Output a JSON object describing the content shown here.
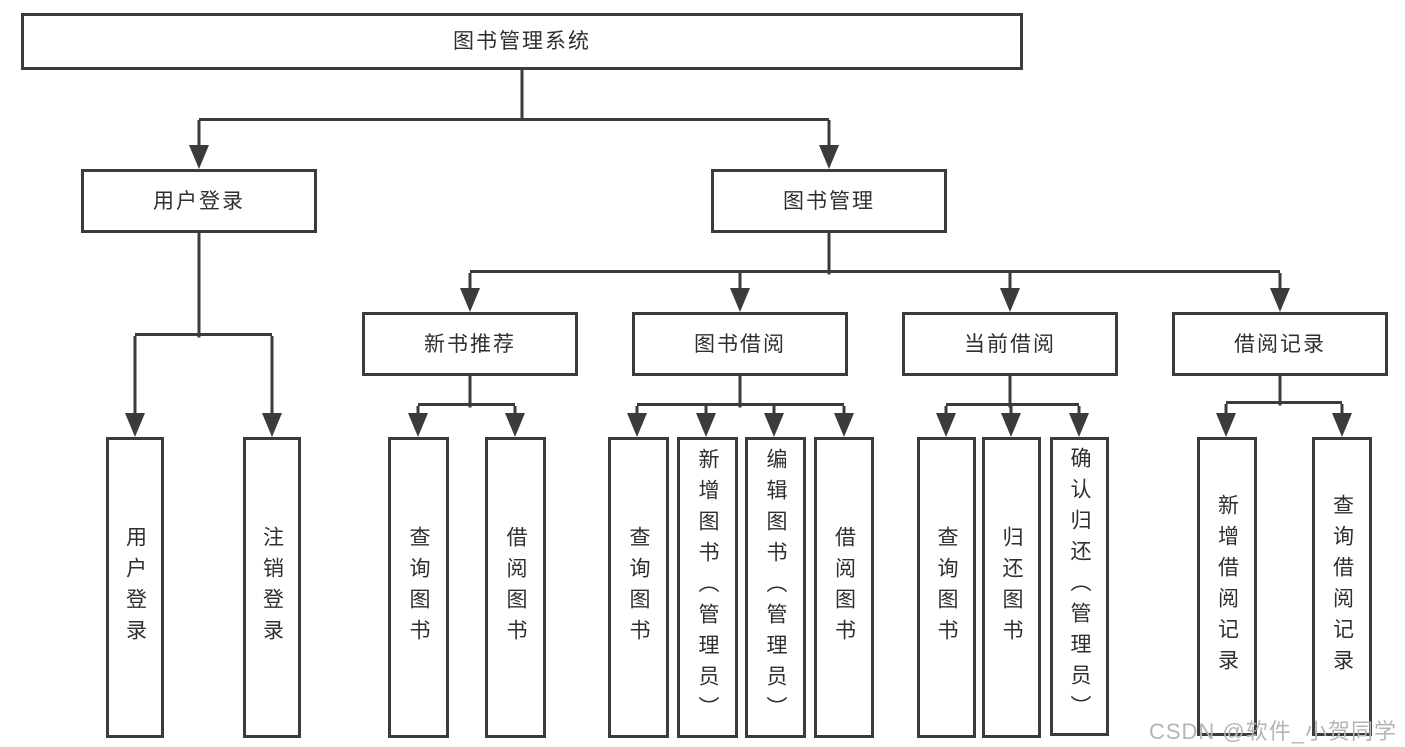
{
  "tree": {
    "root": "图书管理系统",
    "user_login": {
      "label": "用户登录",
      "children": [
        "用户登录",
        "注销登录"
      ]
    },
    "book_management": {
      "label": "图书管理",
      "sections": [
        {
          "label": "新书推荐",
          "children": [
            "查询图书",
            "借阅图书"
          ]
        },
        {
          "label": "图书借阅",
          "children": [
            "查询图书",
            "新增图书（管理员）",
            "编辑图书（管理员）",
            "借阅图书"
          ]
        },
        {
          "label": "当前借阅",
          "children": [
            "查询图书",
            "归还图书",
            "确认归还（管理员）"
          ]
        },
        {
          "label": "借阅记录",
          "children": [
            "新增借阅记录",
            "查询借阅记录"
          ]
        }
      ]
    }
  },
  "watermark": "CSDN @软件_小贺同学",
  "colors": {
    "line": "#3b3b3b",
    "text": "#2f2f2f",
    "watermark": "#b4b4b4",
    "background": "#ffffff"
  }
}
